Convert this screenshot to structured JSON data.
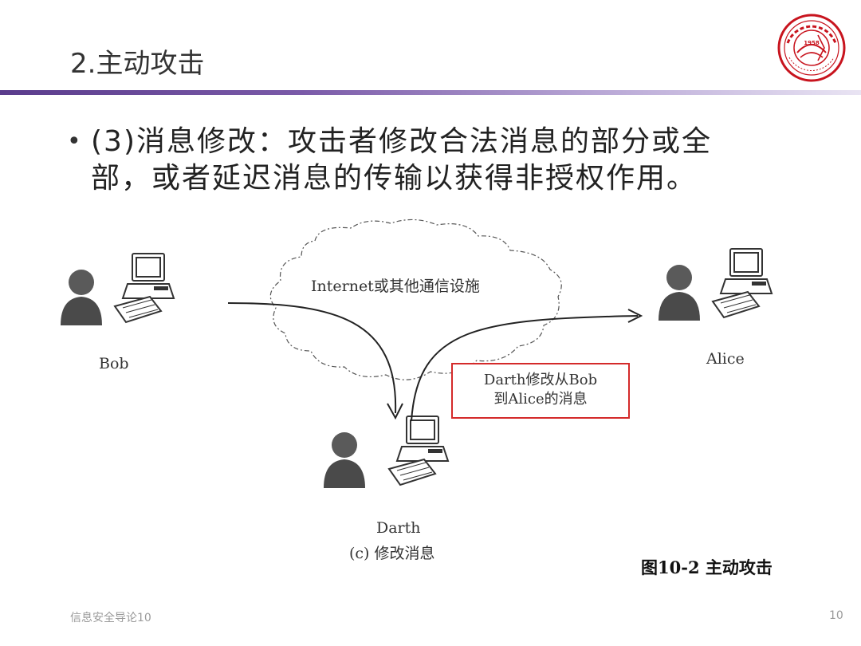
{
  "slide": {
    "title": "2.主动攻击",
    "bullet": {
      "line1": "(3)消息修改：攻击者修改合法消息的部分或全",
      "line2": "部，或者延迟消息的传输以获得非授权作用。"
    },
    "figure_caption": "图10-2 主动攻击",
    "footer_left": "信息安全导论10",
    "page_number": "10"
  },
  "logo": {
    "year": "1958"
  },
  "diagram": {
    "cloud_label": "Internet或其他通信设施",
    "nodes": {
      "bob": "Bob",
      "alice": "Alice",
      "darth": "Darth"
    },
    "sub_caption": "(c) 修改消息",
    "callout_line1": "Darth修改从Bob",
    "callout_line2": "到Alice的消息",
    "callout_border_color": "#d42a2a"
  },
  "colors": {
    "title_rule": "#5a3c8c",
    "logo_red": "#c8141e"
  }
}
